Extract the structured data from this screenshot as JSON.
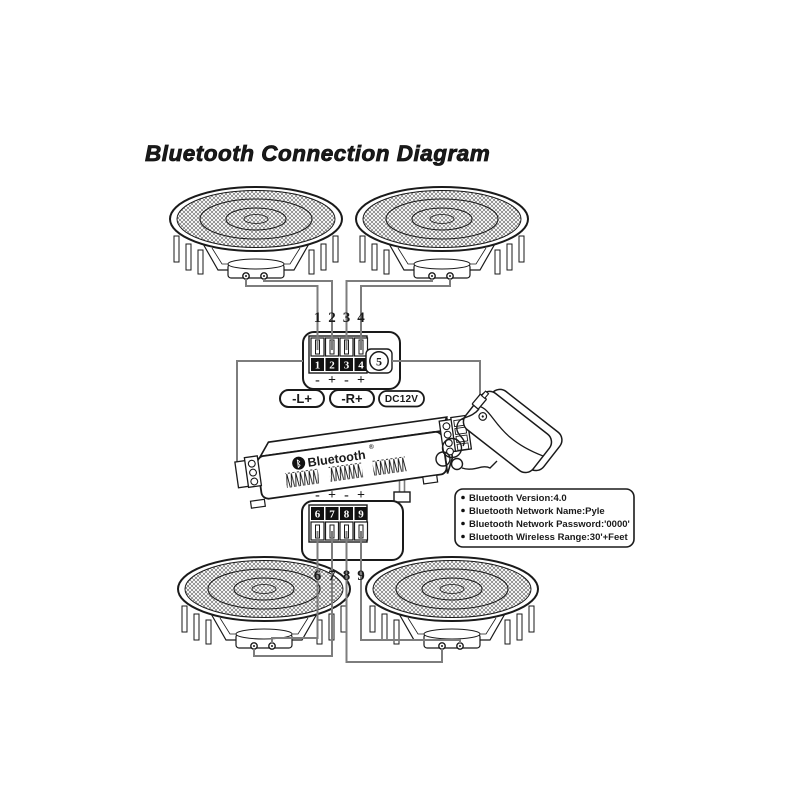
{
  "title": "Bluetooth Connection Diagram",
  "top_block": {
    "wire_numbers": [
      "1",
      "2",
      "3",
      "4"
    ],
    "terminal_numbers": [
      "1",
      "2",
      "3",
      "4"
    ],
    "polarity": [
      "-",
      "+",
      "-",
      "+"
    ],
    "jack_number": "5",
    "left_channel_label": "-L+",
    "right_channel_label": "-R+",
    "power_label": "DC12V"
  },
  "amplifier": {
    "logo_glyph": "ᛒ",
    "brand": "Bluetooth",
    "registered_mark": "®",
    "polarity": [
      "-",
      "+",
      "-",
      "+"
    ]
  },
  "bottom_block": {
    "terminal_numbers": [
      "6",
      "7",
      "8",
      "9"
    ],
    "wire_numbers": [
      "6",
      "7",
      "8",
      "9"
    ]
  },
  "info_box": {
    "items": [
      "Bluetooth Version:4.0",
      "Bluetooth Network Name:Pyle",
      "Bluetooth Network Password:'0000'",
      "Bluetooth Wireless Range:30'+Feet"
    ]
  },
  "colors": {
    "ink": "#1a1a1a",
    "wire": "#7d7d7d",
    "background": "#ffffff"
  }
}
